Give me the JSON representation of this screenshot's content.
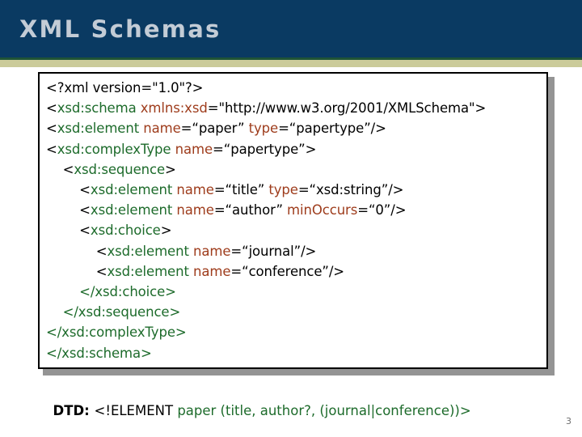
{
  "slide": {
    "title": "XML Schemas",
    "page_number": "3",
    "colors": {
      "header_bg": "#0a3a62",
      "title_text": "#c3ccd6",
      "rule_green": "#1f5437",
      "rule_khaki": "#cbcb9a",
      "tag_green": "#1d6b2b",
      "attr_brown": "#9e3c1c",
      "shadow_gray": "#949494",
      "page_number": "#6f6f6f"
    }
  },
  "code_block": {
    "lines": [
      {
        "indent": "",
        "parts": [
          {
            "t": "plain",
            "s": "<?xml version=\"1.0\"?>"
          }
        ]
      },
      {
        "indent": "",
        "parts": [
          {
            "t": "plain",
            "s": "<"
          },
          {
            "t": "tag",
            "s": "xsd:schema"
          },
          {
            "t": "plain",
            "s": " "
          },
          {
            "t": "attr",
            "s": "xmlns:xsd"
          },
          {
            "t": "plain",
            "s": "=\"http://www.w3.org/2001/XMLSchema\">"
          }
        ]
      },
      {
        "indent": "",
        "parts": [
          {
            "t": "plain",
            "s": "<"
          },
          {
            "t": "tag",
            "s": "xsd:element"
          },
          {
            "t": "plain",
            "s": " "
          },
          {
            "t": "attr",
            "s": "name"
          },
          {
            "t": "plain",
            "s": "=“paper” "
          },
          {
            "t": "attr",
            "s": "type"
          },
          {
            "t": "plain",
            "s": "=“papertype”/>"
          }
        ]
      },
      {
        "indent": "",
        "parts": [
          {
            "t": "plain",
            "s": "<"
          },
          {
            "t": "tag",
            "s": "xsd:complexType"
          },
          {
            "t": "plain",
            "s": " "
          },
          {
            "t": "attr",
            "s": "name"
          },
          {
            "t": "plain",
            "s": "=“papertype”>"
          }
        ]
      },
      {
        "indent": "    ",
        "parts": [
          {
            "t": "plain",
            "s": "<"
          },
          {
            "t": "tag",
            "s": "xsd:sequence"
          },
          {
            "t": "plain",
            "s": ">"
          }
        ]
      },
      {
        "indent": "        ",
        "parts": [
          {
            "t": "plain",
            "s": "<"
          },
          {
            "t": "tag",
            "s": "xsd:element"
          },
          {
            "t": "plain",
            "s": " "
          },
          {
            "t": "attr",
            "s": "name"
          },
          {
            "t": "plain",
            "s": "=“title” "
          },
          {
            "t": "attr",
            "s": "type"
          },
          {
            "t": "plain",
            "s": "=“xsd:string”/>"
          }
        ]
      },
      {
        "indent": "        ",
        "parts": [
          {
            "t": "plain",
            "s": "<"
          },
          {
            "t": "tag",
            "s": "xsd:element"
          },
          {
            "t": "plain",
            "s": " "
          },
          {
            "t": "attr",
            "s": "name"
          },
          {
            "t": "plain",
            "s": "=“author” "
          },
          {
            "t": "attr",
            "s": "minOccurs"
          },
          {
            "t": "plain",
            "s": "=“0”/>"
          }
        ]
      },
      {
        "indent": "        ",
        "parts": [
          {
            "t": "plain",
            "s": "<"
          },
          {
            "t": "tag",
            "s": "xsd:choice"
          },
          {
            "t": "plain",
            "s": ">"
          }
        ]
      },
      {
        "indent": "            ",
        "parts": [
          {
            "t": "plain",
            "s": "<"
          },
          {
            "t": "tag",
            "s": "xsd:element"
          },
          {
            "t": "plain",
            "s": " "
          },
          {
            "t": "attr",
            "s": "name"
          },
          {
            "t": "plain",
            "s": "=“journal”/>"
          }
        ]
      },
      {
        "indent": "            ",
        "parts": [
          {
            "t": "plain",
            "s": "<"
          },
          {
            "t": "tag",
            "s": "xsd:element"
          },
          {
            "t": "plain",
            "s": " "
          },
          {
            "t": "attr",
            "s": "name"
          },
          {
            "t": "plain",
            "s": "=“conference”/>"
          }
        ]
      },
      {
        "indent": "        ",
        "parts": [
          {
            "t": "tag",
            "s": "</xsd:choice>"
          }
        ]
      },
      {
        "indent": "    ",
        "parts": [
          {
            "t": "tag",
            "s": "</xsd:sequence>"
          }
        ]
      },
      {
        "indent": "",
        "parts": [
          {
            "t": "tag",
            "s": "</xsd:complexType>"
          }
        ]
      },
      {
        "indent": "",
        "parts": [
          {
            "t": "tag",
            "s": "</xsd:schema>"
          }
        ]
      }
    ]
  },
  "dtd": {
    "label": "DTD: ",
    "keyword": "<!ELEMENT ",
    "body": "paper (title, author?, (journal|conference))>"
  }
}
